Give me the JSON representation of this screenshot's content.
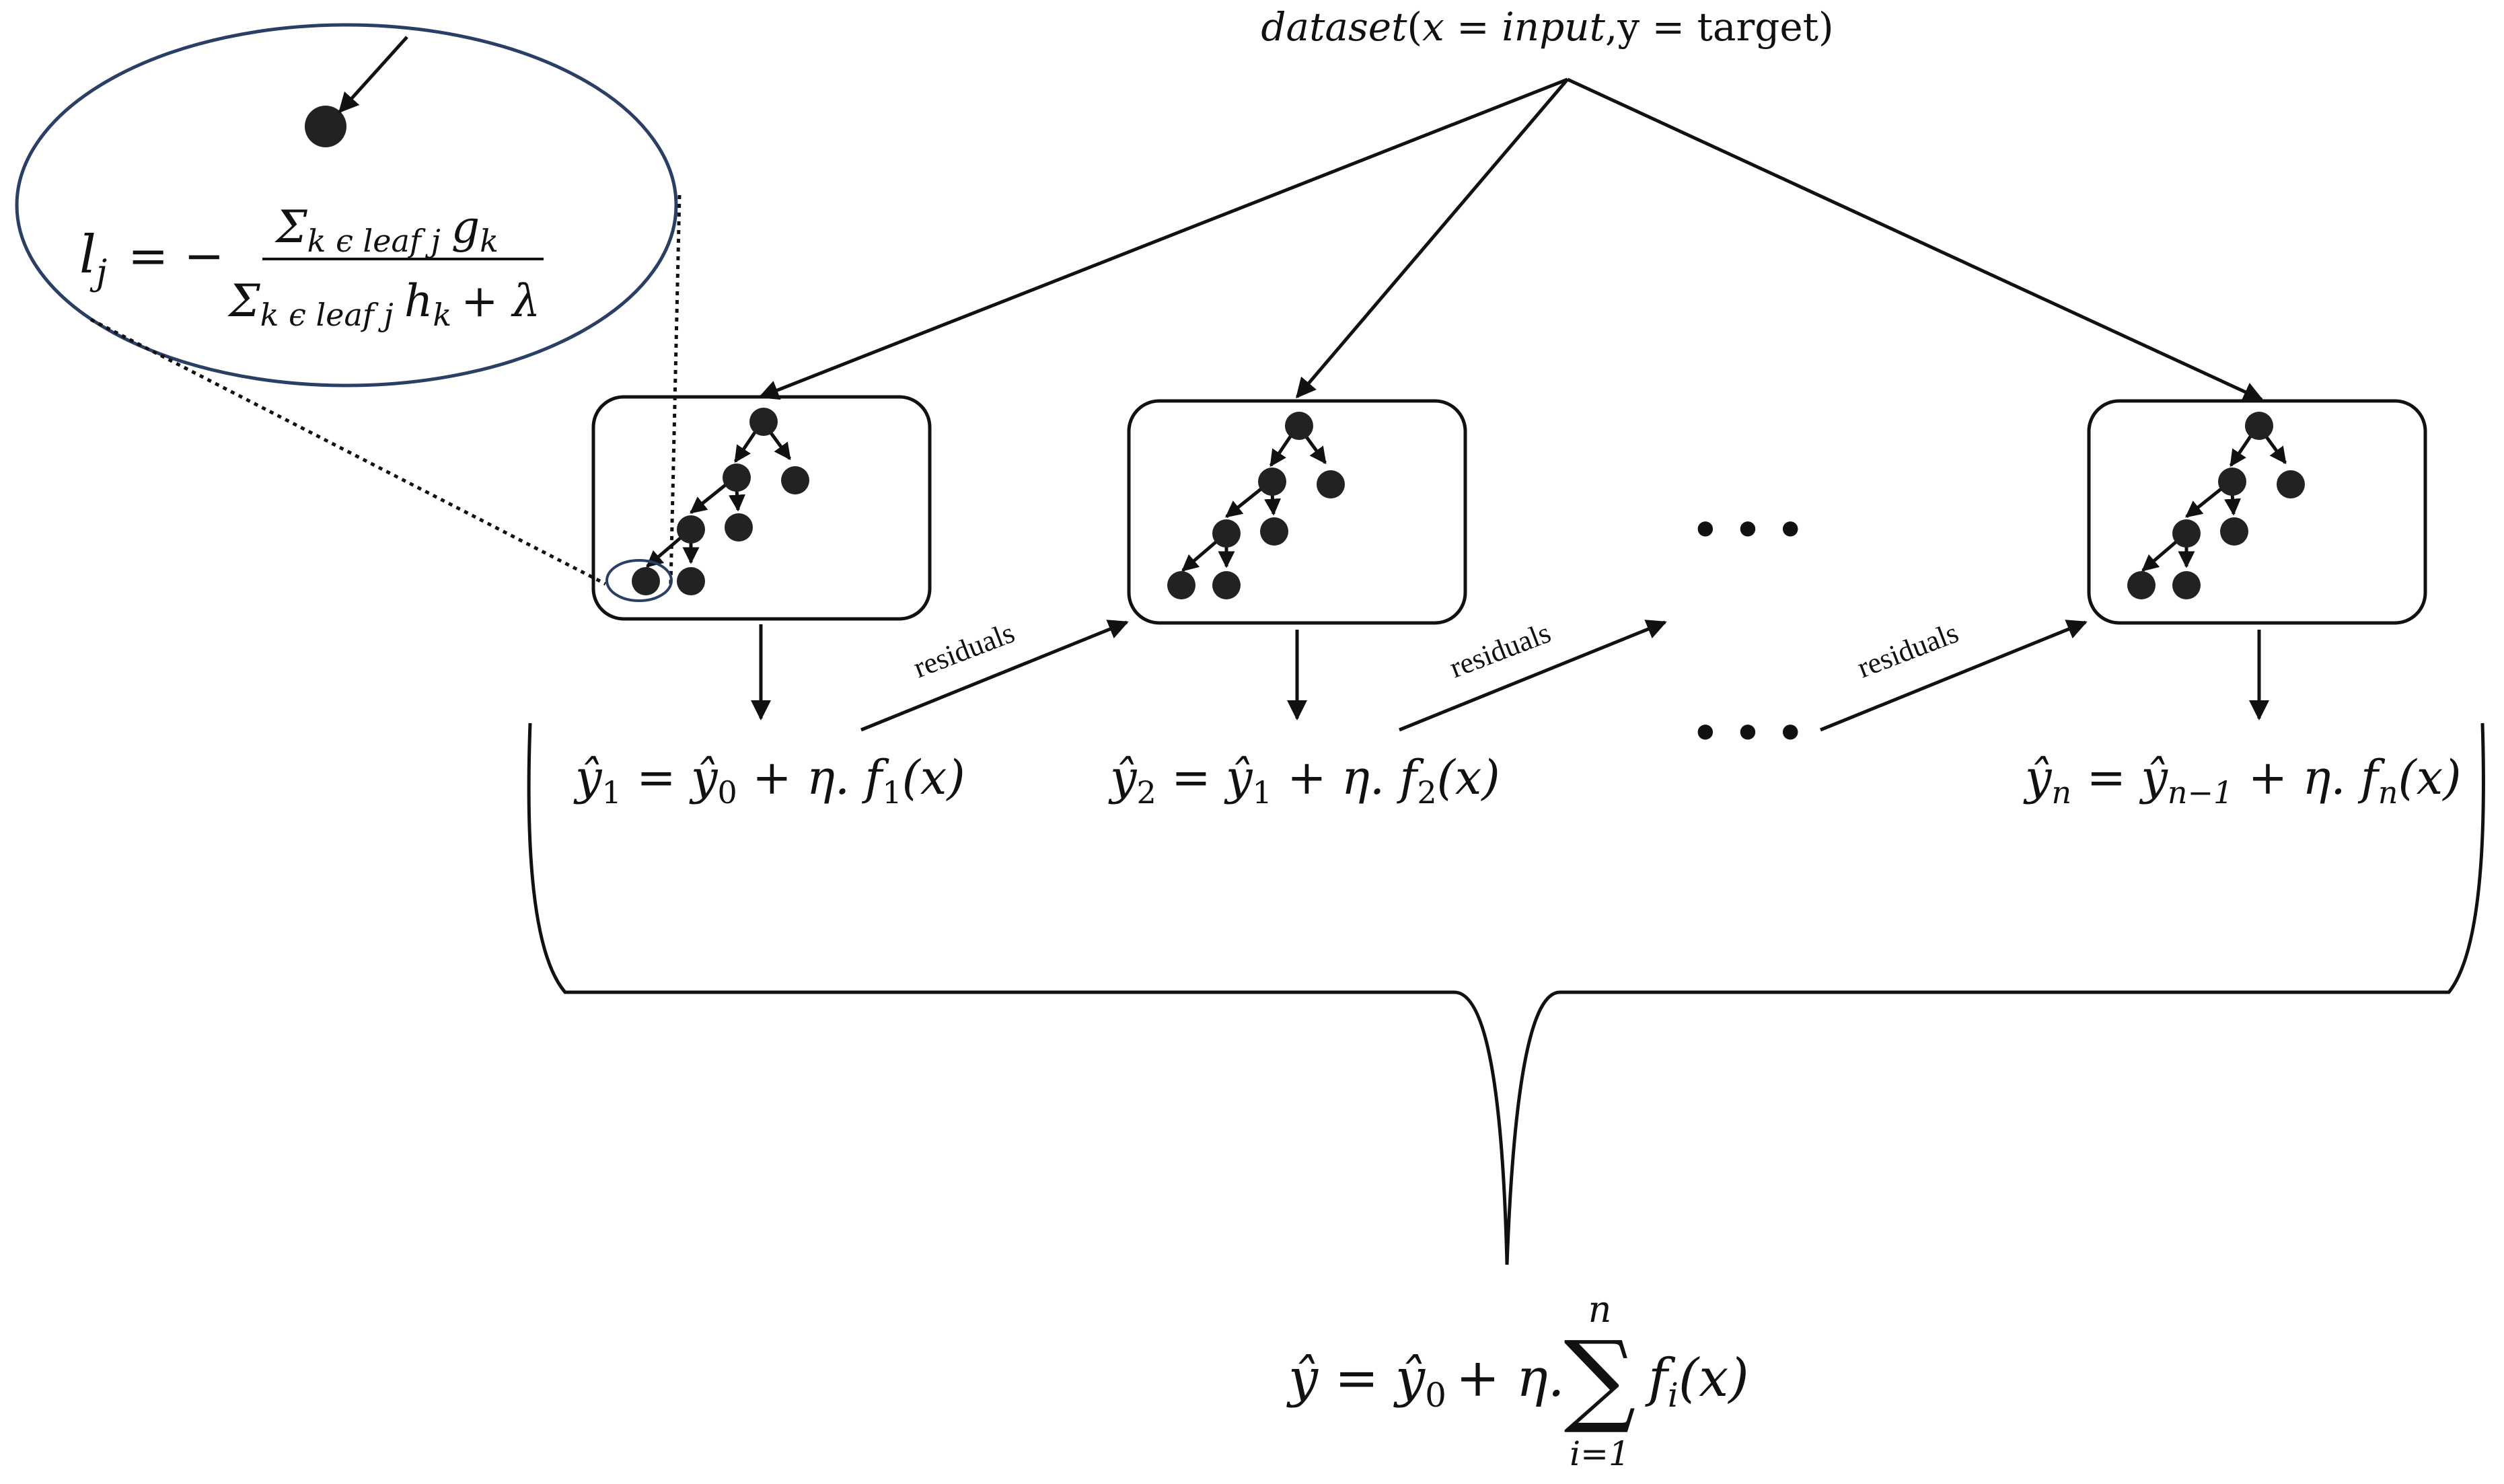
{
  "dataset": {
    "name": "dataset",
    "args_open": "(",
    "x_part": "x = input",
    "comma": ",",
    "y_part": "y = target",
    "args_close": ")"
  },
  "leaf_formula": {
    "lhs": "l",
    "lhs_sub": "j",
    "equals_minus": "= −",
    "num_sigma": "Σ",
    "num_sub": "k ϵ leaf j",
    "num_term": "g",
    "num_term_sub": "k",
    "den_sigma": "Σ",
    "den_sub": "k ϵ leaf j",
    "den_term": "h",
    "den_term_sub": "k",
    "den_plus": "+ λ"
  },
  "ellipsis": "• • •",
  "residuals_label": "residuals",
  "predictions": [
    {
      "hat": "ŷ",
      "sub": "1",
      "eq": " = ",
      "prev_hat": "ŷ",
      "prev_sub": "0",
      "mid": " + η. ",
      "f": "f",
      "f_sub": "1",
      "arg": "(x)"
    },
    {
      "hat": "ŷ",
      "sub": "2",
      "eq": " = ",
      "prev_hat": "ŷ",
      "prev_sub": "1",
      "mid": " + η. ",
      "f": "f",
      "f_sub": "2",
      "arg": "(x)"
    },
    {
      "hat": "ŷ",
      "sub": "n",
      "eq": " = ",
      "prev_hat": "ŷ",
      "prev_sub": "n−1",
      "mid": " + η. ",
      "f": "f",
      "f_sub": "n",
      "arg": "(x)"
    }
  ],
  "final_formula": {
    "lhs": "ŷ = ŷ",
    "lhs_sub": "0",
    "mid": "+ η.",
    "sigma": "∑",
    "upper": "n",
    "lower": "i=1",
    "f": "f",
    "f_sub": "i",
    "arg": "(x)"
  }
}
